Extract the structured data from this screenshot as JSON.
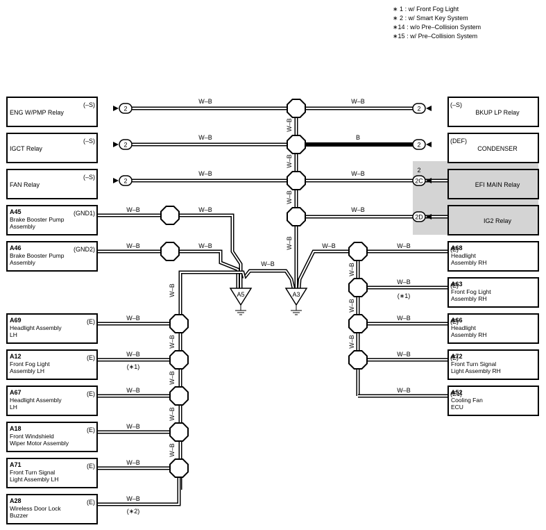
{
  "notes": [
    {
      "mark": "∗ 1",
      "text": ": w/ Front Fog Light"
    },
    {
      "mark": "∗ 2",
      "text": ": w/ Smart Key System"
    },
    {
      "mark": "∗14",
      "text": ": w/o Pre–Collision System"
    },
    {
      "mark": "∗15",
      "text": ": w/ Pre–Collision System"
    }
  ],
  "components": {
    "eng_wpmp": {
      "code": "",
      "name1": "ENG W/PMP Relay",
      "name2": "",
      "name3": "",
      "pin": "(–S)"
    },
    "igct": {
      "code": "",
      "name1": "IGCT Relay",
      "name2": "",
      "name3": "",
      "pin": "(–S)"
    },
    "fan": {
      "code": "",
      "name1": "FAN Relay",
      "name2": "",
      "name3": "",
      "pin": "(–S)"
    },
    "a45": {
      "code": "A45",
      "name1": "Brake Booster Pump",
      "name2": "Assembly",
      "name3": "",
      "pin": "(GND1)"
    },
    "a46": {
      "code": "A46",
      "name1": "Brake Booster Pump",
      "name2": "Assembly",
      "name3": "",
      "pin": "(GND2)"
    },
    "a69": {
      "code": "A69",
      "name1": "Headlight Assembly",
      "name2": "LH",
      "name3": "",
      "pin": "(E)"
    },
    "a12": {
      "code": "A12",
      "name1": "Front Fog Light",
      "name2": "Assembly LH",
      "name3": "",
      "pin": "(E)"
    },
    "a67": {
      "code": "A67",
      "name1": "Headlight Assembly",
      "name2": "LH",
      "name3": "",
      "pin": "(E)"
    },
    "a18": {
      "code": "A18",
      "name1": "Front Windshield",
      "name2": "Wiper Motor Assembly",
      "name3": "",
      "pin": "(E)"
    },
    "a71": {
      "code": "A71",
      "name1": "Front Turn Signal",
      "name2": "Light Assembly LH",
      "name3": "",
      "pin": "(E)"
    },
    "a28": {
      "code": "A28",
      "name1": "Wireless Door Lock",
      "name2": "Buzzer",
      "name3": "",
      "pin": "(E)"
    },
    "bkup": {
      "code": "",
      "name1": "BKUP LP Relay",
      "name2": "",
      "name3": "",
      "pin": "(–S)"
    },
    "condenser": {
      "code": "",
      "name1": "CONDENSER",
      "name2": "",
      "name3": "",
      "pin": "(DEF)"
    },
    "efi": {
      "code": "",
      "name1": "EFI MAIN Relay",
      "name2": "",
      "name3": "",
      "pin": ""
    },
    "ig2": {
      "code": "",
      "name1": "IG2 Relay",
      "name2": "",
      "name3": "",
      "pin": ""
    },
    "a68": {
      "code": "A68",
      "name1": "Headlight",
      "name2": "Assembly RH",
      "name3": "",
      "pin": "(E)"
    },
    "a63": {
      "code": "A63",
      "name1": "Front Fog Light",
      "name2": "Assembly RH",
      "name3": "",
      "pin": "(E)"
    },
    "a66": {
      "code": "A66",
      "name1": "Headlight",
      "name2": "Assembly RH",
      "name3": "",
      "pin": "(E)"
    },
    "a72": {
      "code": "A72",
      "name1": "Front Turn Signal",
      "name2": "Light Assembly RH",
      "name3": "",
      "pin": "(E)"
    },
    "a52": {
      "code": "A52",
      "name1": "Cooling Fan",
      "name2": "ECU",
      "name3": "",
      "pin": "(E1)"
    }
  },
  "connectors": {
    "c1": "2",
    "c2": "2",
    "c3": "2",
    "c4": "2",
    "c5": "2",
    "c6": "2C",
    "c6_top": "2",
    "c7": "2D"
  },
  "wires": {
    "wb": "W–B",
    "b": "B",
    "note1": "(∗1)",
    "note2": "(∗2)"
  },
  "grounds": {
    "g1": "A5",
    "g2": "A3"
  },
  "colors": {
    "shade": "#d4d4d4",
    "line": "#000000"
  }
}
